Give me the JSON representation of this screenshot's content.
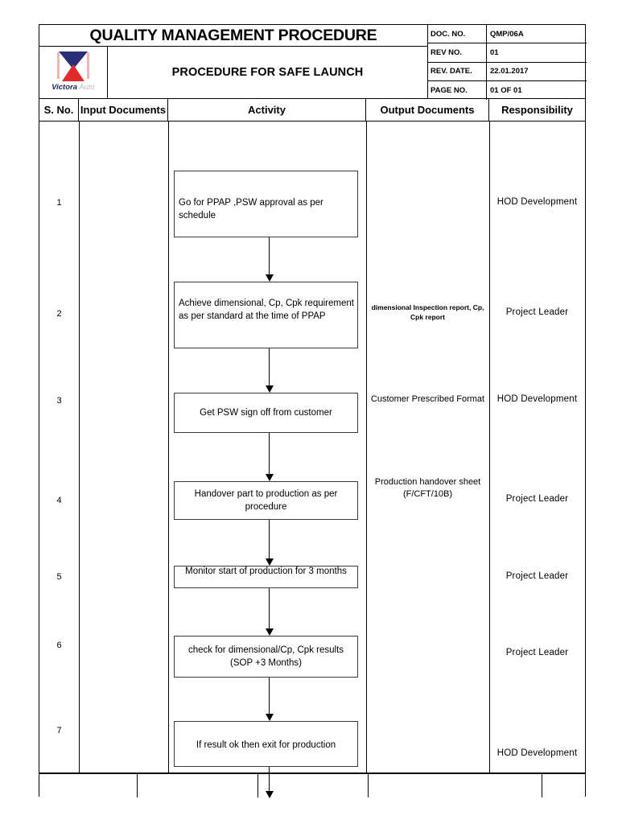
{
  "header": {
    "main_title": "QUALITY MANAGEMENT PROCEDURE",
    "sub_title": "PROCEDURE FOR SAFE LAUNCH",
    "logo": {
      "brand": "Victora",
      "brand_suffix": " Auto",
      "mark_top_color": "#2b2f7a",
      "mark_bottom_color": "#e02b28",
      "mark_side_color": "#f3b4b4"
    },
    "meta": [
      {
        "key": "DOC. NO.",
        "value": "QMP/06A"
      },
      {
        "key": "REV NO.",
        "value": "01"
      },
      {
        "key": "REV. DATE.",
        "value": "22.01.2017"
      },
      {
        "key": "PAGE NO.",
        "value": "01 OF 01"
      }
    ]
  },
  "table": {
    "columns": [
      "S. No.",
      "Input Documents",
      "Activity",
      "Output Documents",
      "Responsibility"
    ],
    "rows": [
      {
        "sno": "1",
        "input_document": "",
        "activity": "Go for PPAP ,PSW approval as per schedule",
        "output_document": "",
        "responsibility": "HOD Development"
      },
      {
        "sno": "2",
        "input_document": "",
        "activity": "Achieve dimensional, Cp, Cpk requirement as per standard at the time of PPAP",
        "output_document": "dimensional Inspection report, Cp, Cpk report",
        "responsibility": "Project Leader"
      },
      {
        "sno": "3",
        "input_document": "",
        "activity": "Get PSW sign off from customer",
        "output_document": "Customer Prescribed Format",
        "responsibility": "HOD Development"
      },
      {
        "sno": "4",
        "input_document": "",
        "activity": "Handover part to production as per procedure",
        "output_document": "Production handover sheet (F/CFT/10B)",
        "responsibility": "Project Leader"
      },
      {
        "sno": "5",
        "input_document": "",
        "activity": "Monitor start of production for 3 months",
        "output_document": "",
        "responsibility": "Project Leader"
      },
      {
        "sno": "6",
        "input_document": "",
        "activity": "check for dimensional/Cp, Cpk results (SOP +3 Months)",
        "output_document": "",
        "responsibility": "Project Leader"
      },
      {
        "sno": "7",
        "input_document": "",
        "activity": "If result ok then exit for production",
        "output_document": "",
        "responsibility": "HOD Development"
      }
    ]
  },
  "flow": {
    "arrow_count": 7,
    "direction": "down"
  }
}
